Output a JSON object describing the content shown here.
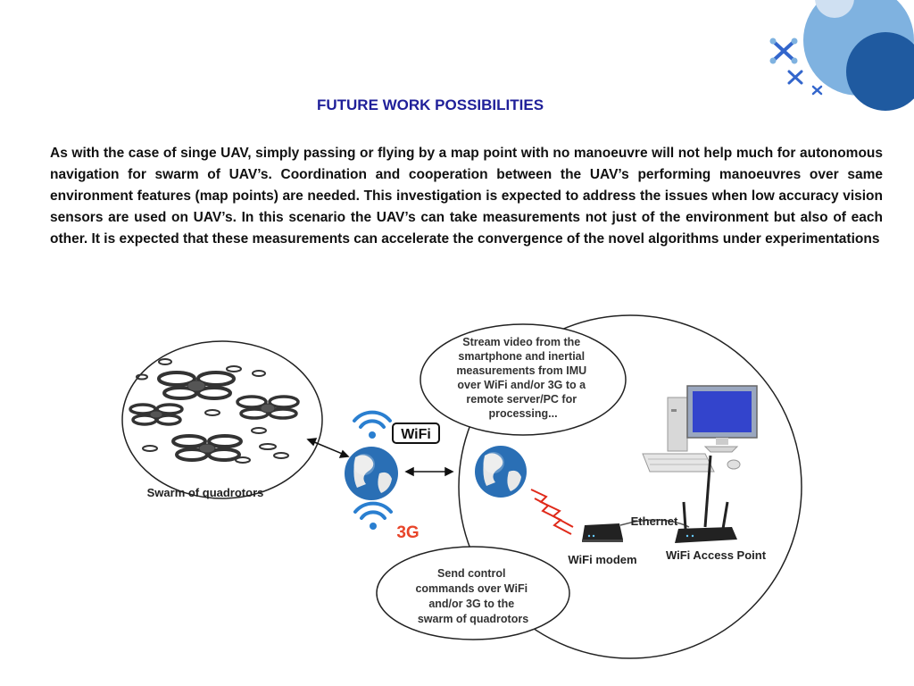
{
  "slide": {
    "title": "FUTURE WORK POSSIBILITIES",
    "body": "As with the case of singe UAV, simply passing or flying by a map point with no manoeuvre will not help much for autonomous navigation for swarm of UAV’s. Coordination and cooperation between the UAV’s performing manoeuvres over same environment features (map points) are needed. This investigation is expected to address the issues when low accuracy vision sensors are used on UAV’s. In this scenario the UAV’s can take measurements not just of the environment but also of each other. It is expected that these measurements can accelerate the convergence of the novel algorithms under experimentations"
  },
  "diagram": {
    "swarm_label": "Swarm of quadrotors",
    "stream_bubble": [
      "Stream video from the",
      "smartphone and inertial",
      "measurements from IMU",
      "over WiFi and/or 3G to a",
      "remote server/PC for",
      "processing..."
    ],
    "control_bubble": [
      "Send control",
      "commands over WiFi",
      "and/or 3G to the",
      "swarm of quadrotors"
    ],
    "wifi_badge": "WiFi",
    "cell_badge": "3G",
    "ethernet_label": "Ethernet",
    "modem_label": "WiFi modem",
    "access_point_label": "WiFi Access Point"
  },
  "colors": {
    "title": "#1f1f99",
    "accent_blue": "#1f5aa0",
    "light_blue": "#7fb2e0",
    "cross_blue": "#3366cc",
    "badge_red": "#e8452a"
  },
  "icons": [
    "quadrotor-drone-icon",
    "wifi-signal-icon",
    "globe-icon",
    "desktop-computer-icon",
    "router-icon",
    "lightning-bolt-icon"
  ]
}
